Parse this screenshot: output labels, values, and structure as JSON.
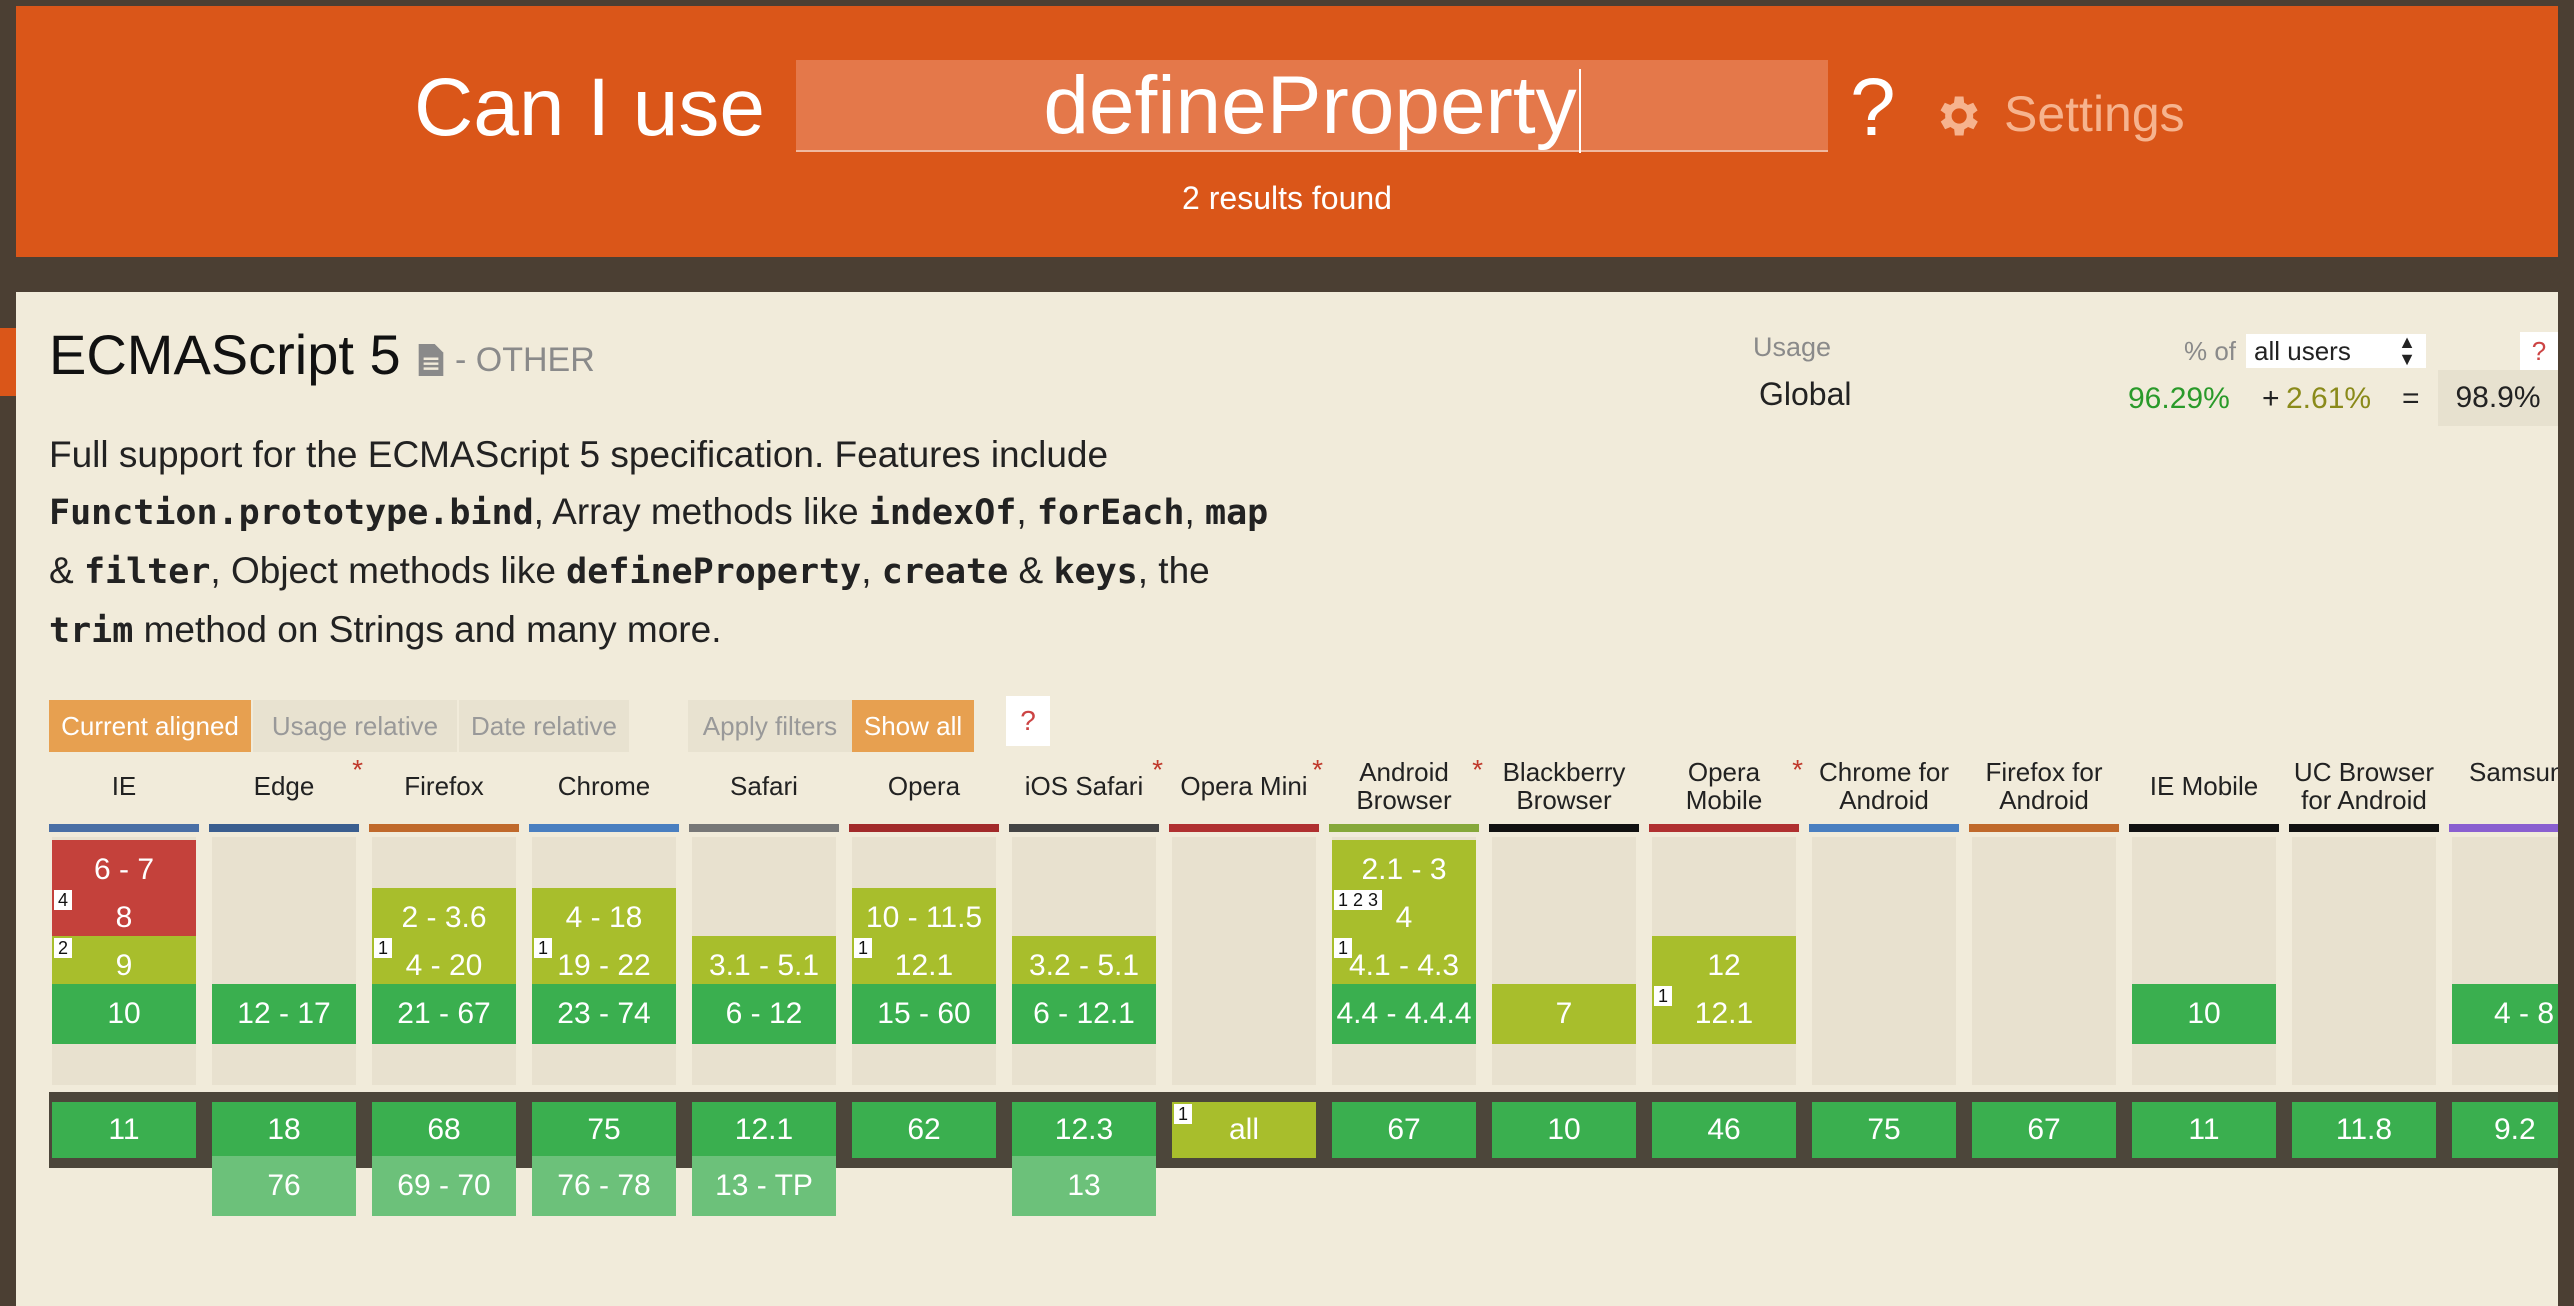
{
  "header": {
    "brand": "Can I use",
    "search_value": "defineProperty",
    "question_mark": "?",
    "settings_label": "Settings",
    "results_text": "2 results found"
  },
  "feature": {
    "title": "ECMAScript 5",
    "category": "- OTHER",
    "description": {
      "t1": "Full support for the ECMAScript 5 specification. Features include ",
      "c1": "Function.prototype.bind",
      "t2": ", Array methods like ",
      "c2": "indexOf",
      "t3": ", ",
      "c3": "forEach",
      "t4": ", ",
      "c4": "map",
      "t5": " & ",
      "c5": "filter",
      "t6": ", Object methods like ",
      "c6": "defineProperty",
      "t7": ", ",
      "c7": "create",
      "t8": " & ",
      "c8": "keys",
      "t9": ", the ",
      "c9": "trim",
      "t10": " method on Strings and many more."
    }
  },
  "usage": {
    "label": "Usage",
    "region": "Global",
    "pct_of_label": "% of",
    "users_option": "all users",
    "help": "?",
    "full": "96.29%",
    "plus": "+",
    "partial": "2.61%",
    "equals": "=",
    "total": "98.9%"
  },
  "filters": {
    "current_aligned": "Current aligned",
    "usage_relative": "Usage relative",
    "date_relative": "Date relative",
    "apply_filters": "Apply filters",
    "show_all": "Show all",
    "help": "?"
  },
  "colors": {
    "header_bg": "#da5619",
    "unsupported": "#c4413b",
    "partial": "#a8be2c",
    "supported": "#3aaf4f",
    "future": "#6cc17a"
  },
  "browsers": [
    {
      "name": "IE",
      "star": "",
      "line": "#4a6fa5",
      "cells": [
        {
          "row": 0,
          "label": "6 - 7",
          "status": "red"
        },
        {
          "row": 1,
          "label": "8",
          "status": "red",
          "note": "4"
        },
        {
          "row": 2,
          "label": "9",
          "status": "lime",
          "note": "2"
        },
        {
          "row": 3,
          "label": "10",
          "status": "green"
        },
        {
          "row": 4,
          "label": "11",
          "status": "green"
        }
      ]
    },
    {
      "name": "Edge",
      "star": "*",
      "line": "#3b5e8f",
      "cells": [
        {
          "row": 3,
          "label": "12 - 17",
          "status": "green"
        },
        {
          "row": 4,
          "label": "18",
          "status": "green"
        },
        {
          "row": 5,
          "label": "76",
          "status": "future"
        }
      ]
    },
    {
      "name": "Firefox",
      "star": "",
      "line": "#c0692b",
      "cells": [
        {
          "row": 1,
          "label": "2 - 3.6",
          "status": "lime"
        },
        {
          "row": 2,
          "label": "4 - 20",
          "status": "lime",
          "note": "1"
        },
        {
          "row": 3,
          "label": "21 - 67",
          "status": "green"
        },
        {
          "row": 4,
          "label": "68",
          "status": "green"
        },
        {
          "row": 5,
          "label": "69 - 70",
          "status": "future"
        }
      ]
    },
    {
      "name": "Chrome",
      "star": "",
      "line": "#4a7fc0",
      "cells": [
        {
          "row": 1,
          "label": "4 - 18",
          "status": "lime"
        },
        {
          "row": 2,
          "label": "19 - 22",
          "status": "lime",
          "note": "1"
        },
        {
          "row": 3,
          "label": "23 - 74",
          "status": "green"
        },
        {
          "row": 4,
          "label": "75",
          "status": "green"
        },
        {
          "row": 5,
          "label": "76 - 78",
          "status": "future"
        }
      ]
    },
    {
      "name": "Safari",
      "star": "",
      "line": "#777777",
      "cells": [
        {
          "row": 2,
          "label": "3.1 - 5.1",
          "status": "lime"
        },
        {
          "row": 3,
          "label": "6 - 12",
          "status": "green"
        },
        {
          "row": 4,
          "label": "12.1",
          "status": "green"
        },
        {
          "row": 5,
          "label": "13 - TP",
          "status": "future"
        }
      ]
    },
    {
      "name": "Opera",
      "star": "",
      "line": "#a22a2a",
      "cells": [
        {
          "row": 1,
          "label": "10 - 11.5",
          "status": "lime"
        },
        {
          "row": 2,
          "label": "12.1",
          "status": "lime",
          "note": "1"
        },
        {
          "row": 3,
          "label": "15 - 60",
          "status": "green"
        },
        {
          "row": 4,
          "label": "62",
          "status": "green"
        }
      ]
    },
    {
      "name": "iOS Safari",
      "star": "*",
      "line": "#444444",
      "cells": [
        {
          "row": 2,
          "label": "3.2 - 5.1",
          "status": "lime"
        },
        {
          "row": 3,
          "label": "6 - 12.1",
          "status": "green"
        },
        {
          "row": 4,
          "label": "12.3",
          "status": "green"
        },
        {
          "row": 5,
          "label": "13",
          "status": "future"
        }
      ]
    },
    {
      "name": "Opera Mini",
      "star": "*",
      "line": "#b03030",
      "cells": [
        {
          "row": 4,
          "label": "all",
          "status": "lime",
          "note": "1"
        }
      ]
    },
    {
      "name": "Android Browser",
      "star": "*",
      "line": "#86a83a",
      "cells": [
        {
          "row": 0,
          "label": "2.1 - 3",
          "status": "lime"
        },
        {
          "row": 1,
          "label": "4",
          "status": "lime",
          "note": "1 2 3"
        },
        {
          "row": 2,
          "label": "4.1 - 4.3",
          "status": "lime",
          "note": "1"
        },
        {
          "row": 3,
          "label": "4.4 - 4.4.4",
          "status": "green"
        },
        {
          "row": 4,
          "label": "67",
          "status": "green"
        }
      ]
    },
    {
      "name": "Blackberry Browser",
      "star": "",
      "line": "#111111",
      "cells": [
        {
          "row": 3,
          "label": "7",
          "status": "lime"
        },
        {
          "row": 4,
          "label": "10",
          "status": "green"
        }
      ]
    },
    {
      "name": "Opera Mobile",
      "star": "*",
      "line": "#b03030",
      "cells": [
        {
          "row": 2,
          "label": "12",
          "status": "lime"
        },
        {
          "row": 3,
          "label": "12.1",
          "status": "lime",
          "note": "1"
        },
        {
          "row": 4,
          "label": "46",
          "status": "green"
        }
      ]
    },
    {
      "name": "Chrome for Android",
      "star": "",
      "line": "#4a7fc0",
      "cells": [
        {
          "row": 4,
          "label": "75",
          "status": "green"
        }
      ]
    },
    {
      "name": "Firefox for Android",
      "star": "",
      "line": "#c0692b",
      "cells": [
        {
          "row": 4,
          "label": "67",
          "status": "green"
        }
      ]
    },
    {
      "name": "IE Mobile",
      "star": "",
      "line": "#111111",
      "cells": [
        {
          "row": 3,
          "label": "10",
          "status": "green"
        },
        {
          "row": 4,
          "label": "11",
          "status": "green"
        }
      ]
    },
    {
      "name": "UC Browser for Android",
      "star": "",
      "line": "#111111",
      "cells": [
        {
          "row": 4,
          "label": "11.8",
          "status": "green"
        }
      ]
    },
    {
      "name": "Samsung Internet",
      "star": "",
      "line": "#8a5fd0",
      "cells": [
        {
          "row": 3,
          "label": "4 - 8",
          "status": "green"
        },
        {
          "row": 4,
          "label": "9.2",
          "status": "green"
        }
      ]
    }
  ]
}
